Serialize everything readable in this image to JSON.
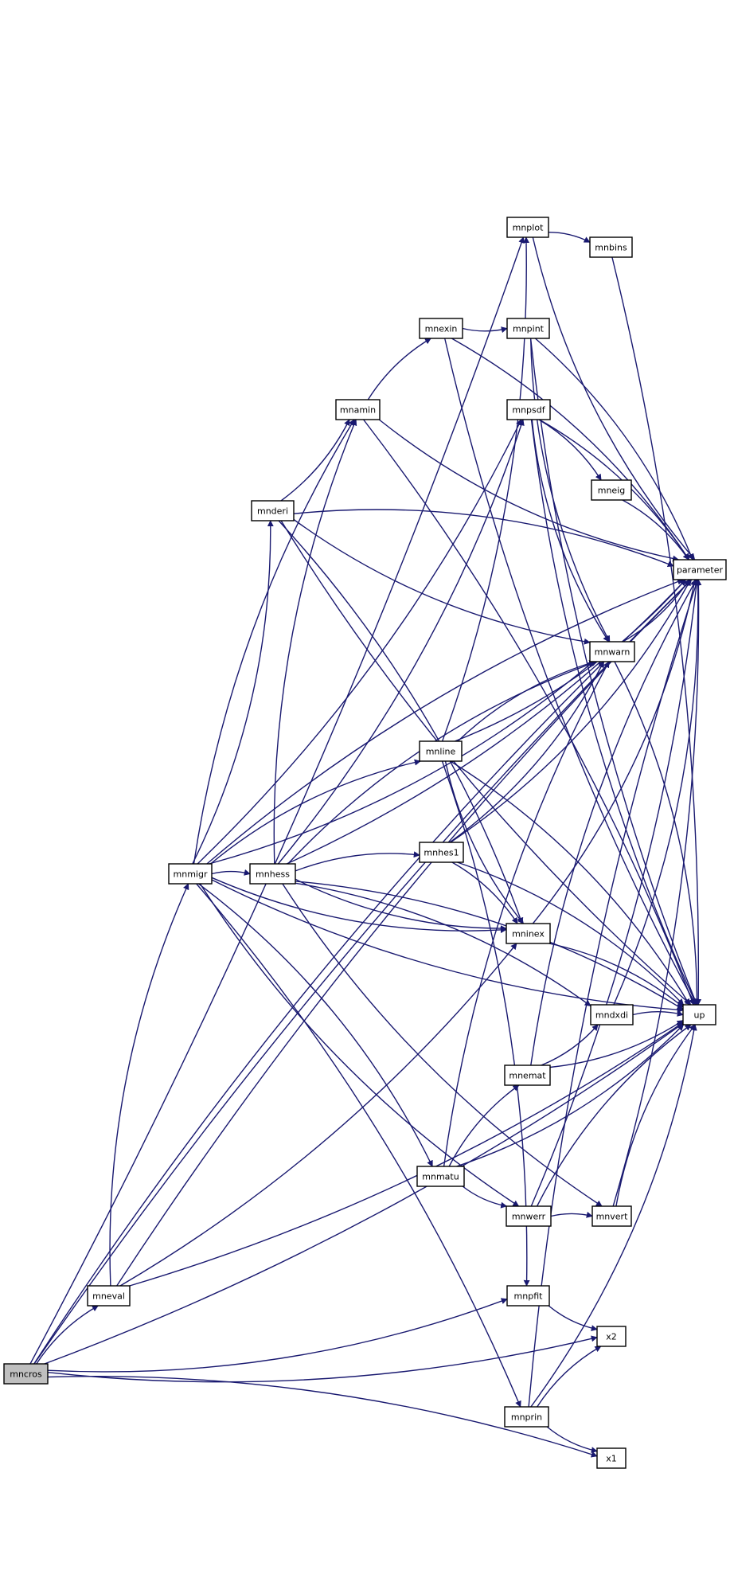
{
  "colors": {
    "edge": "#191970",
    "root_fill": "#bfbfbf",
    "node_fill": "#ffffff",
    "node_stroke": "#000000"
  },
  "root": "mncros",
  "nodes": [
    {
      "id": "mncros",
      "label": "mncros"
    },
    {
      "id": "mneval",
      "label": "mneval"
    },
    {
      "id": "mnmigr",
      "label": "mnmigr"
    },
    {
      "id": "mnhess",
      "label": "mnhess"
    },
    {
      "id": "mnderi",
      "label": "mnderi"
    },
    {
      "id": "mnamin",
      "label": "mnamin"
    },
    {
      "id": "mnexin",
      "label": "mnexin"
    },
    {
      "id": "mnplot",
      "label": "mnplot"
    },
    {
      "id": "mnbins",
      "label": "mnbins"
    },
    {
      "id": "mnpint",
      "label": "mnpint"
    },
    {
      "id": "mnpsdf",
      "label": "mnpsdf"
    },
    {
      "id": "mneig",
      "label": "mneig"
    },
    {
      "id": "parameter",
      "label": "parameter"
    },
    {
      "id": "mnwarn",
      "label": "mnwarn"
    },
    {
      "id": "mnline",
      "label": "mnline"
    },
    {
      "id": "mnhes1",
      "label": "mnhes1"
    },
    {
      "id": "mninex",
      "label": "mninex"
    },
    {
      "id": "mndxdi",
      "label": "mndxdi"
    },
    {
      "id": "up",
      "label": "up"
    },
    {
      "id": "mnemat",
      "label": "mnemat"
    },
    {
      "id": "mnmatu",
      "label": "mnmatu"
    },
    {
      "id": "mnwerr",
      "label": "mnwerr"
    },
    {
      "id": "mnvert",
      "label": "mnvert"
    },
    {
      "id": "mnpfit",
      "label": "mnpfit"
    },
    {
      "id": "x2",
      "label": "x2"
    },
    {
      "id": "mnprin",
      "label": "mnprin"
    },
    {
      "id": "x1",
      "label": "x1"
    }
  ],
  "edges": [
    [
      "mncros",
      "mneval"
    ],
    [
      "mncros",
      "mnplot"
    ],
    [
      "mncros",
      "parameter"
    ],
    [
      "mncros",
      "mnpfit"
    ],
    [
      "mncros",
      "mnwarn"
    ],
    [
      "mncros",
      "x2"
    ],
    [
      "mncros",
      "x1"
    ],
    [
      "mncros",
      "up"
    ],
    [
      "mneval",
      "mnmigr"
    ],
    [
      "mneval",
      "mninex"
    ],
    [
      "mneval",
      "parameter"
    ],
    [
      "mneval",
      "up"
    ],
    [
      "mnmigr",
      "mnhess"
    ],
    [
      "mnmigr",
      "mnderi"
    ],
    [
      "mnmigr",
      "mnamin"
    ],
    [
      "mnmigr",
      "mnpsdf"
    ],
    [
      "mnmigr",
      "mnline"
    ],
    [
      "mnmigr",
      "mninex"
    ],
    [
      "mnmigr",
      "mnmatu"
    ],
    [
      "mnmigr",
      "mnwerr"
    ],
    [
      "mnmigr",
      "mnprin"
    ],
    [
      "mnmigr",
      "mnwarn"
    ],
    [
      "mnmigr",
      "parameter"
    ],
    [
      "mnmigr",
      "up"
    ],
    [
      "mnhess",
      "mnamin"
    ],
    [
      "mnhess",
      "mnpsdf"
    ],
    [
      "mnhess",
      "mnhes1"
    ],
    [
      "mnhess",
      "mninex"
    ],
    [
      "mnhess",
      "mndxdi"
    ],
    [
      "mnhess",
      "mnvert"
    ],
    [
      "mnhess",
      "mnwarn"
    ],
    [
      "mnhess",
      "parameter"
    ],
    [
      "mnhess",
      "up"
    ],
    [
      "mnderi",
      "mnamin"
    ],
    [
      "mnderi",
      "mninex"
    ],
    [
      "mnderi",
      "mnwarn"
    ],
    [
      "mnderi",
      "parameter"
    ],
    [
      "mnderi",
      "up"
    ],
    [
      "mnamin",
      "mnexin"
    ],
    [
      "mnamin",
      "parameter"
    ],
    [
      "mnamin",
      "up"
    ],
    [
      "mnexin",
      "mnpint"
    ],
    [
      "mnexin",
      "parameter"
    ],
    [
      "mnexin",
      "up"
    ],
    [
      "mnplot",
      "mnbins"
    ],
    [
      "mnplot",
      "parameter"
    ],
    [
      "mnbins",
      "up"
    ],
    [
      "mnpint",
      "mnwarn"
    ],
    [
      "mnpint",
      "parameter"
    ],
    [
      "mnpint",
      "up"
    ],
    [
      "mnpsdf",
      "mneig"
    ],
    [
      "mnpsdf",
      "mnwarn"
    ],
    [
      "mnpsdf",
      "parameter"
    ],
    [
      "mnpsdf",
      "up"
    ],
    [
      "mneig",
      "parameter"
    ],
    [
      "mnwarn",
      "parameter"
    ],
    [
      "mnwarn",
      "up"
    ],
    [
      "mnline",
      "mnplot"
    ],
    [
      "mnline",
      "mnwarn"
    ],
    [
      "mnline",
      "mninex"
    ],
    [
      "mnline",
      "mnpfit"
    ],
    [
      "mnline",
      "parameter"
    ],
    [
      "mnline",
      "up"
    ],
    [
      "mnhes1",
      "mnwarn"
    ],
    [
      "mnhes1",
      "mninex"
    ],
    [
      "mnhes1",
      "parameter"
    ],
    [
      "mnhes1",
      "up"
    ],
    [
      "mninex",
      "parameter"
    ],
    [
      "mninex",
      "up"
    ],
    [
      "mndxdi",
      "parameter"
    ],
    [
      "mndxdi",
      "up"
    ],
    [
      "mnemat",
      "mndxdi"
    ],
    [
      "mnemat",
      "parameter"
    ],
    [
      "mnemat",
      "up"
    ],
    [
      "mnmatu",
      "mnemat"
    ],
    [
      "mnmatu",
      "mnwerr"
    ],
    [
      "mnmatu",
      "mnwarn"
    ],
    [
      "mnmatu",
      "up"
    ],
    [
      "mnwerr",
      "mnvert"
    ],
    [
      "mnwerr",
      "parameter"
    ],
    [
      "mnwerr",
      "up"
    ],
    [
      "mnvert",
      "parameter"
    ],
    [
      "mnvert",
      "up"
    ],
    [
      "mnpfit",
      "x2"
    ],
    [
      "mnprin",
      "x2"
    ],
    [
      "mnprin",
      "x1"
    ],
    [
      "mnprin",
      "parameter"
    ],
    [
      "mnprin",
      "up"
    ]
  ]
}
